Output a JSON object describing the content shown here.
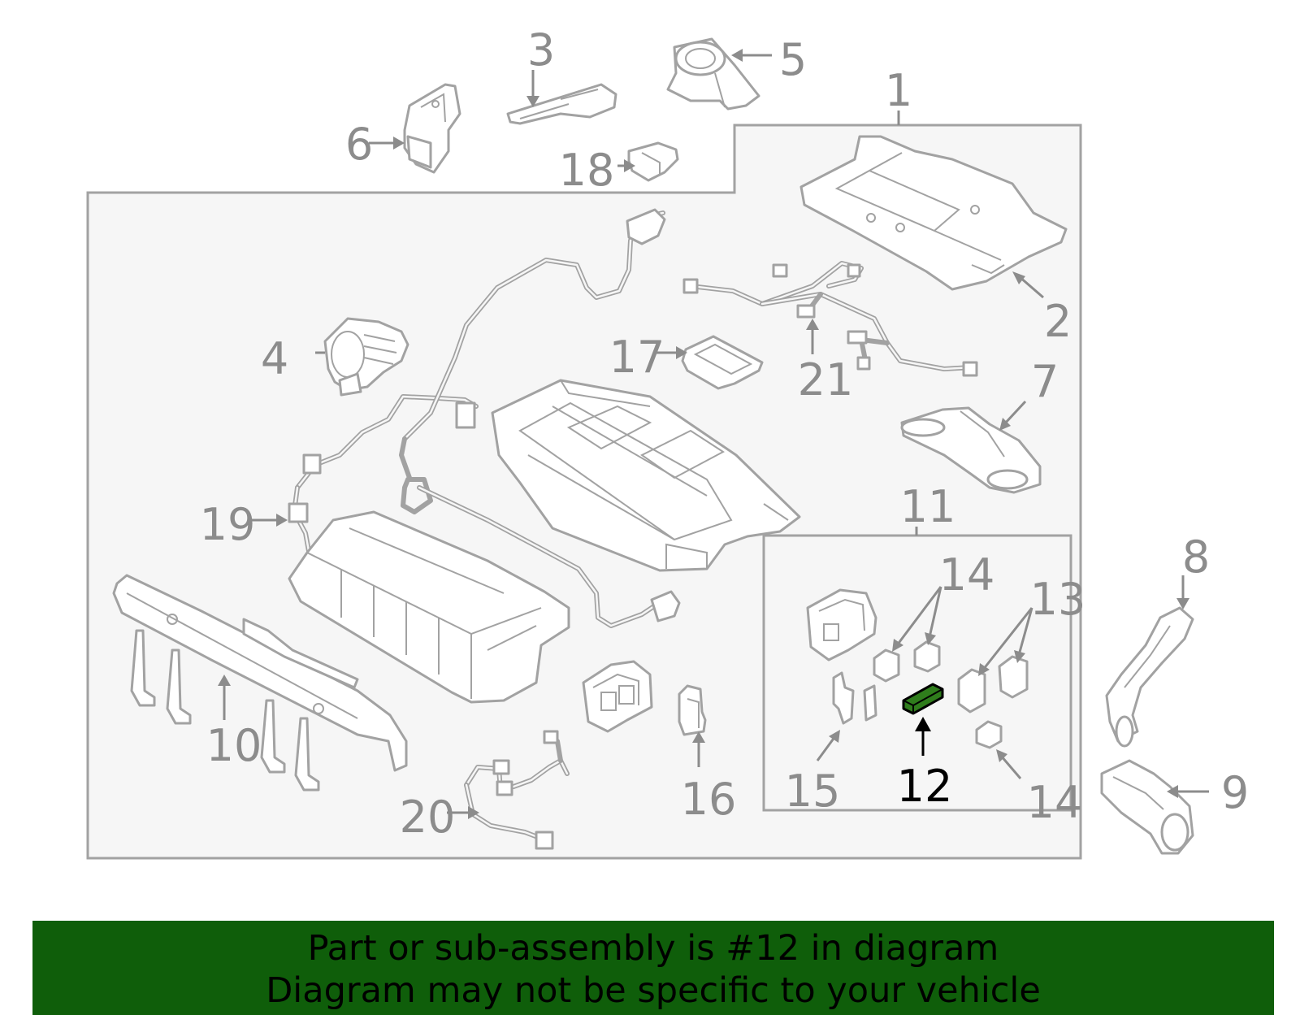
{
  "colors": {
    "frame": "#a2a2a2",
    "panel_fill": "#f6f6f6",
    "callout_text": "#8c8c8c",
    "highlight_part": "#2f7d1c",
    "banner_bg": "#0f5e0a",
    "banner_text": "#000000"
  },
  "highlighted_part": "12",
  "callouts": [
    {
      "id": "c1",
      "label": "1"
    },
    {
      "id": "c2",
      "label": "2"
    },
    {
      "id": "c3",
      "label": "3"
    },
    {
      "id": "c4",
      "label": "4"
    },
    {
      "id": "c5",
      "label": "5"
    },
    {
      "id": "c6",
      "label": "6"
    },
    {
      "id": "c7",
      "label": "7"
    },
    {
      "id": "c8",
      "label": "8"
    },
    {
      "id": "c9",
      "label": "9"
    },
    {
      "id": "c10",
      "label": "10"
    },
    {
      "id": "c11",
      "label": "11"
    },
    {
      "id": "c12",
      "label": "12"
    },
    {
      "id": "c13",
      "label": "13"
    },
    {
      "id": "c14a",
      "label": "14"
    },
    {
      "id": "c14b",
      "label": "14"
    },
    {
      "id": "c15",
      "label": "15"
    },
    {
      "id": "c16",
      "label": "16"
    },
    {
      "id": "c17",
      "label": "17"
    },
    {
      "id": "c18",
      "label": "18"
    },
    {
      "id": "c19",
      "label": "19"
    },
    {
      "id": "c20",
      "label": "20"
    },
    {
      "id": "c21",
      "label": "21"
    }
  ],
  "banner": {
    "line1": "Part or sub-assembly is #12 in diagram",
    "line2": "Diagram may not be specific to your vehicle"
  }
}
